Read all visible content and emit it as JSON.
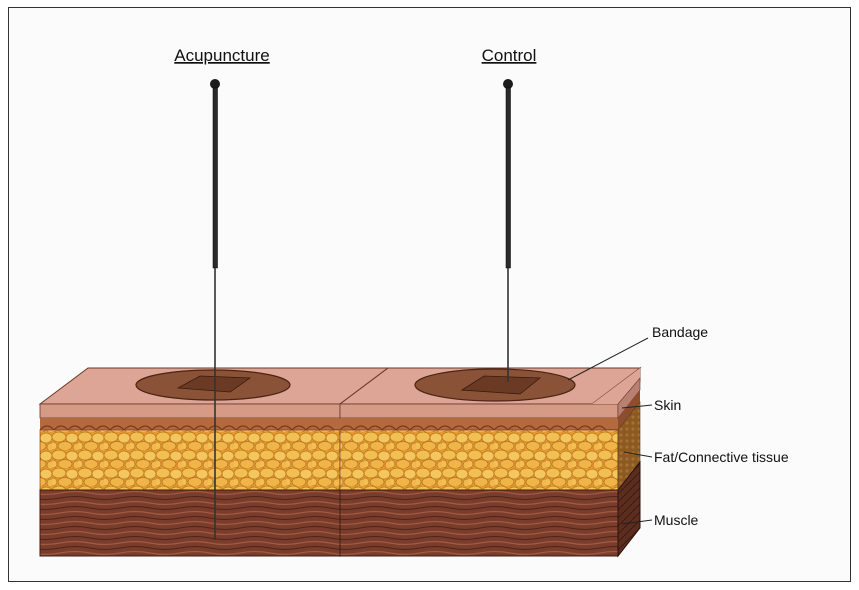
{
  "titles": {
    "left": "Acupuncture",
    "right": "Control"
  },
  "labels": {
    "bandage": "Bandage",
    "skin": "Skin",
    "fat": "Fat/Connective tissue",
    "muscle": "Muscle"
  },
  "colors": {
    "skin_top": "#d9a496",
    "skin_band": "#c98b6d",
    "skin_dermis": "#b5693f",
    "fat": "#e9a53a",
    "fat_globule": "#f2bf52",
    "muscle": "#7a3d2c",
    "muscle_fiber": "#5a2a1c",
    "bandage": "#7a4a32",
    "needle": "#222222"
  },
  "icons": {
    "needle": "acupuncture-needle",
    "bandage": "adhesive-bandage"
  }
}
